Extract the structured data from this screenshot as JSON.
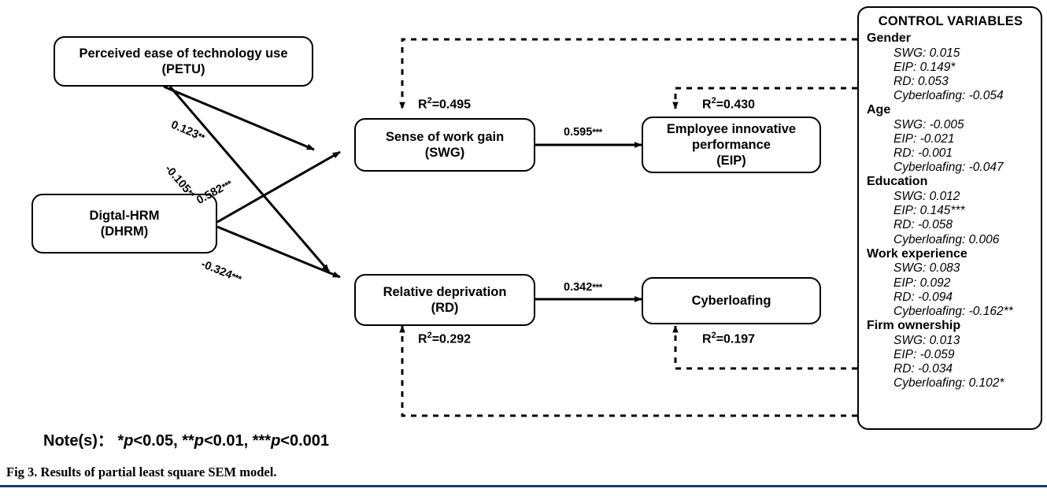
{
  "nodes": {
    "petu": {
      "line1": "Perceived ease of technology use",
      "line2": "(PETU)"
    },
    "dhrm": {
      "line1": "Digtal-HRM",
      "line2": "(DHRM)"
    },
    "swg": {
      "line1": "Sense of work gain",
      "line2": "(SWG)"
    },
    "eip": {
      "line1": "Employee innovative",
      "line2": "performance",
      "line3": "(EIP)"
    },
    "rd": {
      "line1": "Relative deprivation",
      "line2": "(RD)"
    },
    "cyb": {
      "line1": "Cyberloafing",
      "line2": ""
    }
  },
  "r_squared": {
    "swg": {
      "label": "R",
      "sup": "2",
      "value": "=0.495"
    },
    "eip": {
      "label": "R",
      "sup": "2",
      "value": "=0.430"
    },
    "rd": {
      "label": "R",
      "sup": "2",
      "value": "=0.292"
    },
    "cyb": {
      "label": "R",
      "sup": "2",
      "value": "=0.197"
    }
  },
  "paths": {
    "petu_swg": {
      "value": "0.123",
      "stars": "**"
    },
    "petu_rd": {
      "value": "-0.105",
      "stars": "**"
    },
    "dhrm_swg": {
      "value": "0.582",
      "stars": "***"
    },
    "dhrm_rd": {
      "value": "-0.324",
      "stars": "***"
    },
    "swg_eip": {
      "value": "0.595",
      "stars": "***"
    },
    "rd_cyb": {
      "value": "0.342",
      "stars": "***"
    }
  },
  "control_variables": {
    "title": "CONTROL VARIABLES",
    "groups": [
      {
        "name": "Gender",
        "items": [
          "SWG: 0.015",
          "EIP: 0.149*",
          "RD: 0.053",
          "Cyberloafing: -0.054"
        ]
      },
      {
        "name": "Age",
        "items": [
          "SWG: -0.005",
          "EIP: -0.021",
          "RD: -0.001",
          "Cyberloafing: -0.047"
        ]
      },
      {
        "name": "Education",
        "items": [
          "SWG: 0.012",
          "EIP: 0.145***",
          "RD: -0.058",
          "Cyberloafing: 0.006"
        ]
      },
      {
        "name": "Work experience",
        "items": [
          "SWG: 0.083",
          "EIP: 0.092",
          "RD: -0.094",
          "Cyberloafing: -0.162**"
        ]
      },
      {
        "name": "Firm ownership",
        "items": [
          "SWG: 0.013",
          "EIP: -0.059",
          "RD: -0.034",
          "Cyberloafing: 0.102*"
        ]
      }
    ]
  },
  "note": {
    "label": "Note(s)：",
    "s1_stars": "*",
    "s1_p": "p",
    "s1_rest": "<0.05, ",
    "s2_stars": "**",
    "s2_p": "p",
    "s2_rest": "<0.01, ",
    "s3_stars": "***",
    "s3_p": "p",
    "s3_rest": "<0.001"
  },
  "caption": {
    "text": "Fig 3.  Results of partial least square SEM model."
  },
  "colors": {
    "line": "#000000",
    "rule": "#1a3a6b",
    "background": "#ffffff"
  }
}
